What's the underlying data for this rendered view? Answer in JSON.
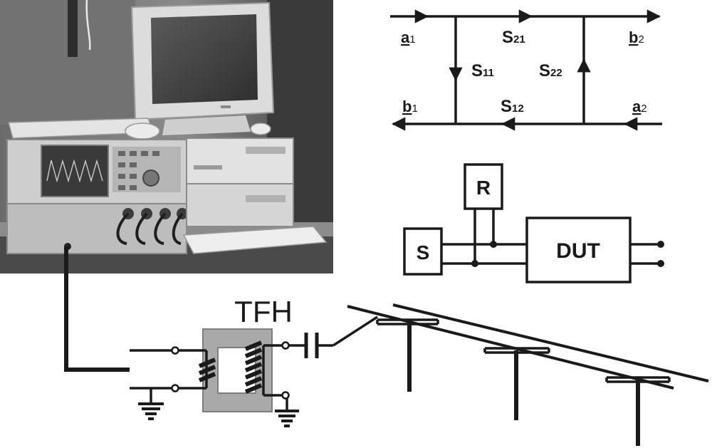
{
  "flow_graph": {
    "a1": {
      "main": "a",
      "sub": "1"
    },
    "b2": {
      "main": "b",
      "sub": "2"
    },
    "b1": {
      "main": "b",
      "sub": "1"
    },
    "a2": {
      "main": "a",
      "sub": "2"
    },
    "s21": {
      "main": "S",
      "sub": "21"
    },
    "s11": {
      "main": "S",
      "sub": "11"
    },
    "s22": {
      "main": "S",
      "sub": "22"
    },
    "s12": {
      "main": "S",
      "sub": "12"
    }
  },
  "block_diagram": {
    "source": "S",
    "receiver": "R",
    "dut": "DUT"
  },
  "coupling": {
    "transformer": "TFH"
  },
  "photo": {
    "subject": "network-analyzer-workstation"
  },
  "colors": {
    "ink": "#1a1a1a",
    "core": "#a9a9a9",
    "photo_bg": "#5e5e5e"
  }
}
